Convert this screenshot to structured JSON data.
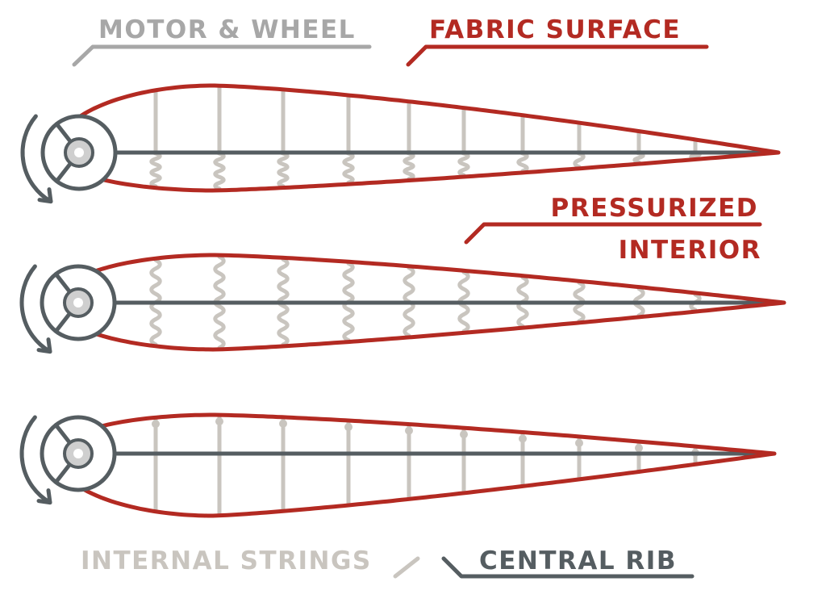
{
  "colors": {
    "fabric": "#b32a22",
    "rib": "#555d61",
    "strings": "#c9c5bf",
    "motor_label": "#a7a7a7",
    "hub_fill": "#cfcfcf"
  },
  "labels": {
    "motor_wheel": "MOTOR & WHEEL",
    "fabric_surface": "FABRIC SURFACE",
    "pressurized_line1": "PRESSURIZED",
    "pressurized_line2": "INTERIOR",
    "internal_strings": "INTERNAL STRINGS",
    "central_rib": "CENTRAL RIB"
  },
  "airfoils": [
    {
      "state": "neutral",
      "string_style": "coiled-lower"
    },
    {
      "state": "pressurized",
      "string_style": "wavy-full"
    },
    {
      "state": "deflected",
      "string_style": "straight"
    }
  ]
}
